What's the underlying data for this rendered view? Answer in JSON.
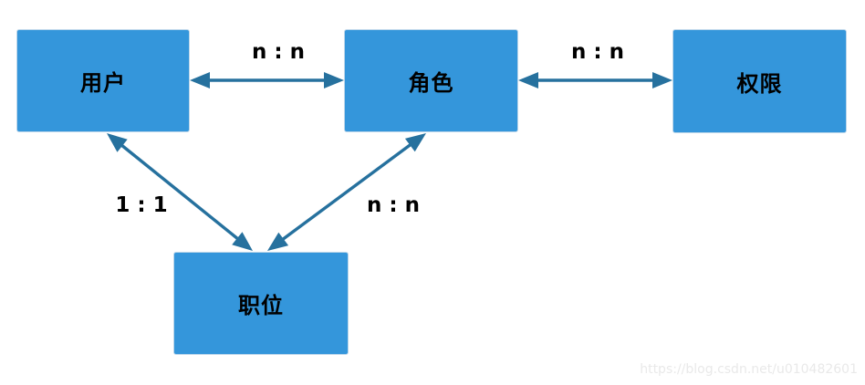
{
  "diagram": {
    "type": "entity-relationship",
    "nodes": [
      {
        "id": "user",
        "label": "用户"
      },
      {
        "id": "role",
        "label": "角色"
      },
      {
        "id": "permission",
        "label": "权限"
      },
      {
        "id": "position",
        "label": "职位"
      }
    ],
    "edges": [
      {
        "from": "用户",
        "to": "角色",
        "label": "n : n",
        "direction": "bidirectional"
      },
      {
        "from": "角色",
        "to": "权限",
        "label": "n : n",
        "direction": "bidirectional"
      },
      {
        "from": "用户",
        "to": "职位",
        "label": "1 : 1",
        "direction": "bidirectional"
      },
      {
        "from": "角色",
        "to": "职位",
        "label": "n : n",
        "direction": "bidirectional"
      }
    ]
  },
  "watermark": {
    "text": "https://blog.csdn.net/u010482601"
  },
  "colors": {
    "background": "#ffffff",
    "node_fill": "#3496db",
    "node_border": "#bcd6ea",
    "arrow": "#26719e",
    "label_text": "#000000",
    "watermark_text": "#e9e9e9"
  }
}
